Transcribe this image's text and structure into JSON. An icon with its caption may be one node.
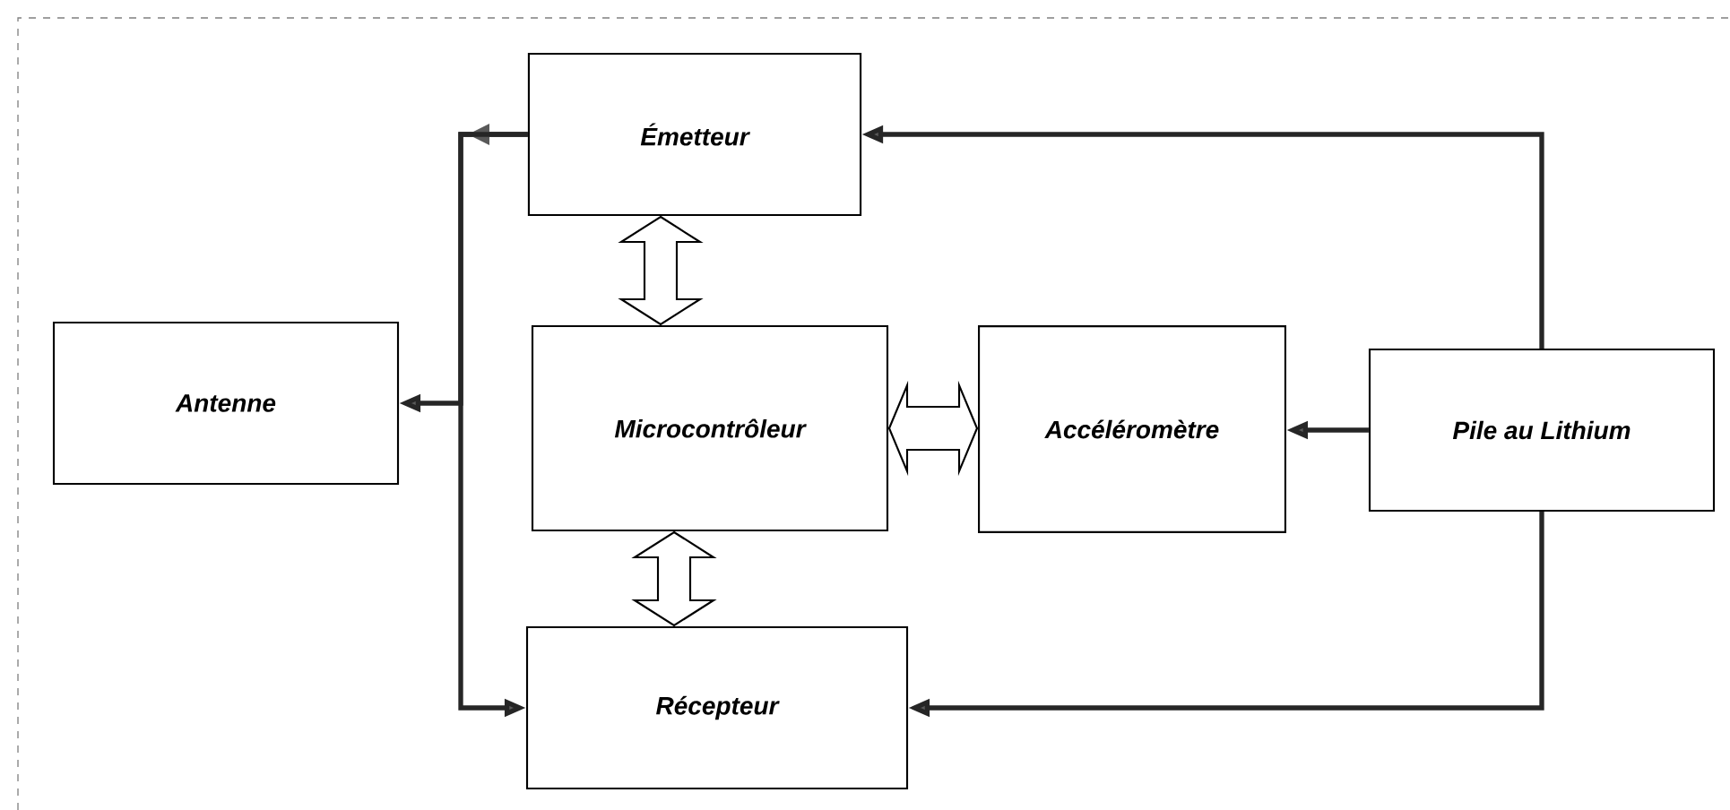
{
  "diagram": {
    "nodes": [
      {
        "text": [
          "Émetteur"
        ]
      },
      {
        "text": [
          "Antenne"
        ]
      },
      {
        "text": [
          "Microcontrôleur"
        ]
      },
      {
        "text": [
          "Accéléromètre"
        ]
      },
      {
        "text": [
          "Pile au Lithium"
        ]
      },
      {
        "text": [
          "Récepteur"
        ]
      }
    ],
    "edges": [
      {
        "from": 0,
        "to": 1,
        "arrow": "to"
      },
      {
        "from": 0,
        "to": 5,
        "arrow": "to"
      },
      {
        "from": 0,
        "to": 2,
        "arrow": "both"
      },
      {
        "from": 2,
        "to": 3,
        "arrow": "both"
      },
      {
        "from": 2,
        "to": 5,
        "arrow": "both"
      },
      {
        "from": 4,
        "to": 0,
        "arrow": "to"
      },
      {
        "from": 4,
        "to": 3,
        "arrow": "to"
      },
      {
        "from": 4,
        "to": 5,
        "arrow": "to"
      }
    ]
  }
}
